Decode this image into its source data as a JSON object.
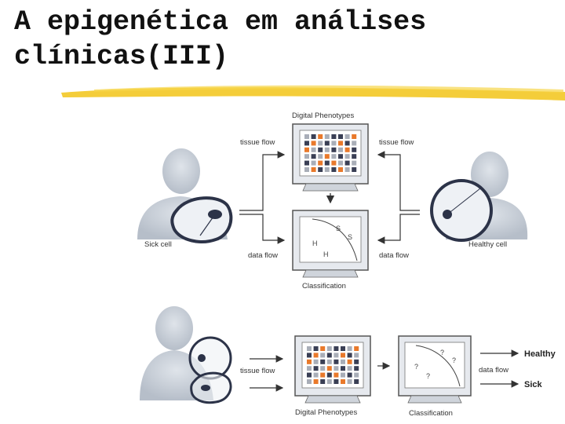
{
  "title_line1": "A epigenética em análises",
  "title_line2": "clínicas(III)",
  "top": {
    "digital_phenotypes": "Digital Phenotypes",
    "tissue_flow_left": "tissue flow",
    "tissue_flow_right": "tissue flow",
    "data_flow_left": "data flow",
    "data_flow_right": "data flow",
    "sick_cell": "Sick cell",
    "healthy_cell": "Healthy cell",
    "classification": "Classification",
    "class_marks": [
      "S",
      "S",
      "H",
      "H"
    ]
  },
  "bottom": {
    "tissue_flow": "tissue flow",
    "data_flow": "data flow",
    "digital_phenotypes": "Digital Phenotypes",
    "classification": "Classification",
    "healthy": "Healthy",
    "sick": "Sick",
    "question_marks": [
      "?",
      "?",
      "?",
      "?"
    ]
  },
  "colors": {
    "accent_bar": "#f2c418",
    "orange_cell": "#e9792b",
    "dark_cell": "#3a3f55",
    "gray_cell": "#a9aeb8",
    "figure": "#c5ccd6"
  }
}
